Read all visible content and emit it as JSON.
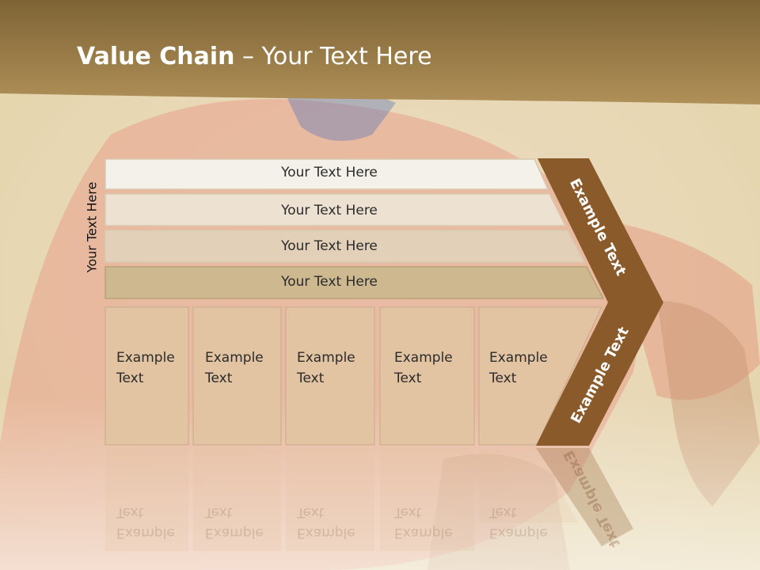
{
  "title": {
    "bold": "Value Chain",
    "rest": " – Your Text Here"
  },
  "side_label": "Your Text Here",
  "rows": [
    {
      "label": "Your Text Here"
    },
    {
      "label": "Your Text Here"
    },
    {
      "label": "Your Text Here"
    },
    {
      "label": "Your Text Here"
    }
  ],
  "cells": [
    {
      "label": "Example\nText"
    },
    {
      "label": "Example\nText"
    },
    {
      "label": "Example\nText"
    },
    {
      "label": "Example\nText"
    },
    {
      "label": "Example\nText"
    }
  ],
  "chevron": {
    "upper": "Example Text",
    "lower": "Example Text"
  },
  "colors": {
    "header": "#a0844b",
    "chevron": "#8b5a2b",
    "row1": "#f4f1ea",
    "row4": "#cdb890",
    "cell": "#e2c3a2"
  }
}
